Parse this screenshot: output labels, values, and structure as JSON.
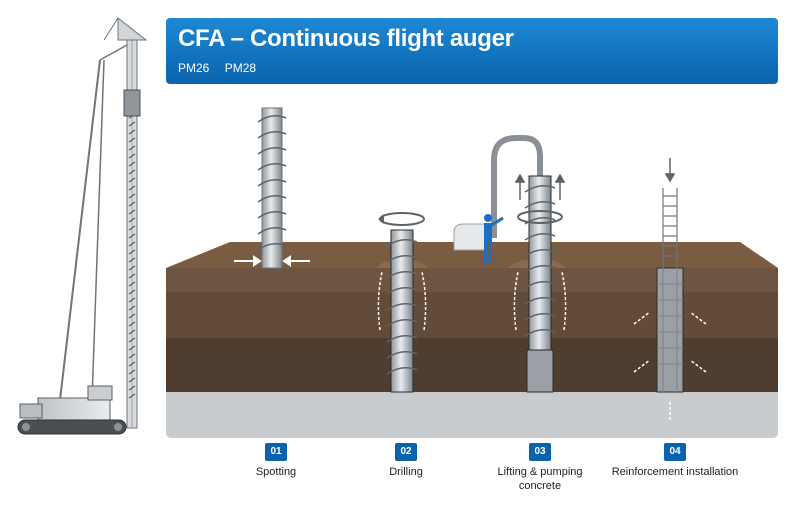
{
  "header": {
    "title": "CFA – Continuous flight auger",
    "models": [
      "PM26",
      "PM28"
    ]
  },
  "steps": [
    {
      "number": "01",
      "label": "Spotting"
    },
    {
      "number": "02",
      "label": "Drilling"
    },
    {
      "number": "03",
      "label": "Lifting & pumping concrete"
    },
    {
      "number": "04",
      "label": "Reinforcement installation"
    }
  ],
  "colors": {
    "banner": "#0a63ad",
    "soil_top": "#7a5c43",
    "soil_layer_1": "#6e5541",
    "soil_layer_2": "#5a4636",
    "bedrock": "#c9ccce",
    "person": "#1a6fc0"
  }
}
